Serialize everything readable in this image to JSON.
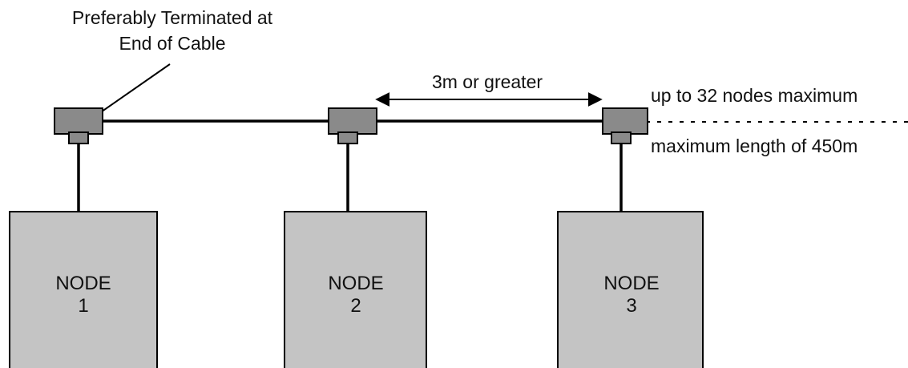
{
  "terminator_note": {
    "line1": "Preferably Terminated at",
    "line2": "End of Cable"
  },
  "spacing_label": "3m or greater",
  "limits": {
    "nodes": "up to 32 nodes maximum",
    "length": "maximum length of 450m"
  },
  "nodes": [
    {
      "word": "NODE",
      "number": "1"
    },
    {
      "word": "NODE",
      "number": "2"
    },
    {
      "word": "NODE",
      "number": "3"
    }
  ],
  "colors": {
    "node_fill": "#c4c4c4",
    "connector_fill": "#8a8a8a",
    "line": "#000000"
  }
}
